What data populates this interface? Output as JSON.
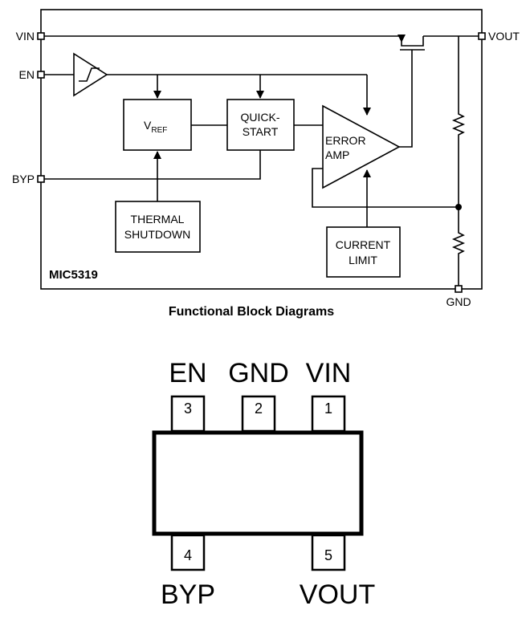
{
  "block_diagram": {
    "chip_name": "MIC5319",
    "caption": "Functional Block Diagrams",
    "pins": {
      "vin": "VIN",
      "en": "EN",
      "byp": "BYP",
      "vout": "VOUT",
      "gnd": "GND"
    },
    "blocks": {
      "vref_main": "V",
      "vref_sub": "REF",
      "quickstart_line1": "QUICK-",
      "quickstart_line2": "START",
      "error_amp_line1": "ERROR",
      "error_amp_line2": "AMP",
      "thermal_line1": "THERMAL",
      "thermal_line2": "SHUTDOWN",
      "current_line1": "CURRENT",
      "current_line2": "LIMIT"
    }
  },
  "package": {
    "top_pins": [
      {
        "name": "EN",
        "number": "3"
      },
      {
        "name": "GND",
        "number": "2"
      },
      {
        "name": "VIN",
        "number": "1"
      }
    ],
    "bottom_pins": [
      {
        "name": "BYP",
        "number": "4"
      },
      {
        "name": "VOUT",
        "number": "5"
      }
    ]
  }
}
